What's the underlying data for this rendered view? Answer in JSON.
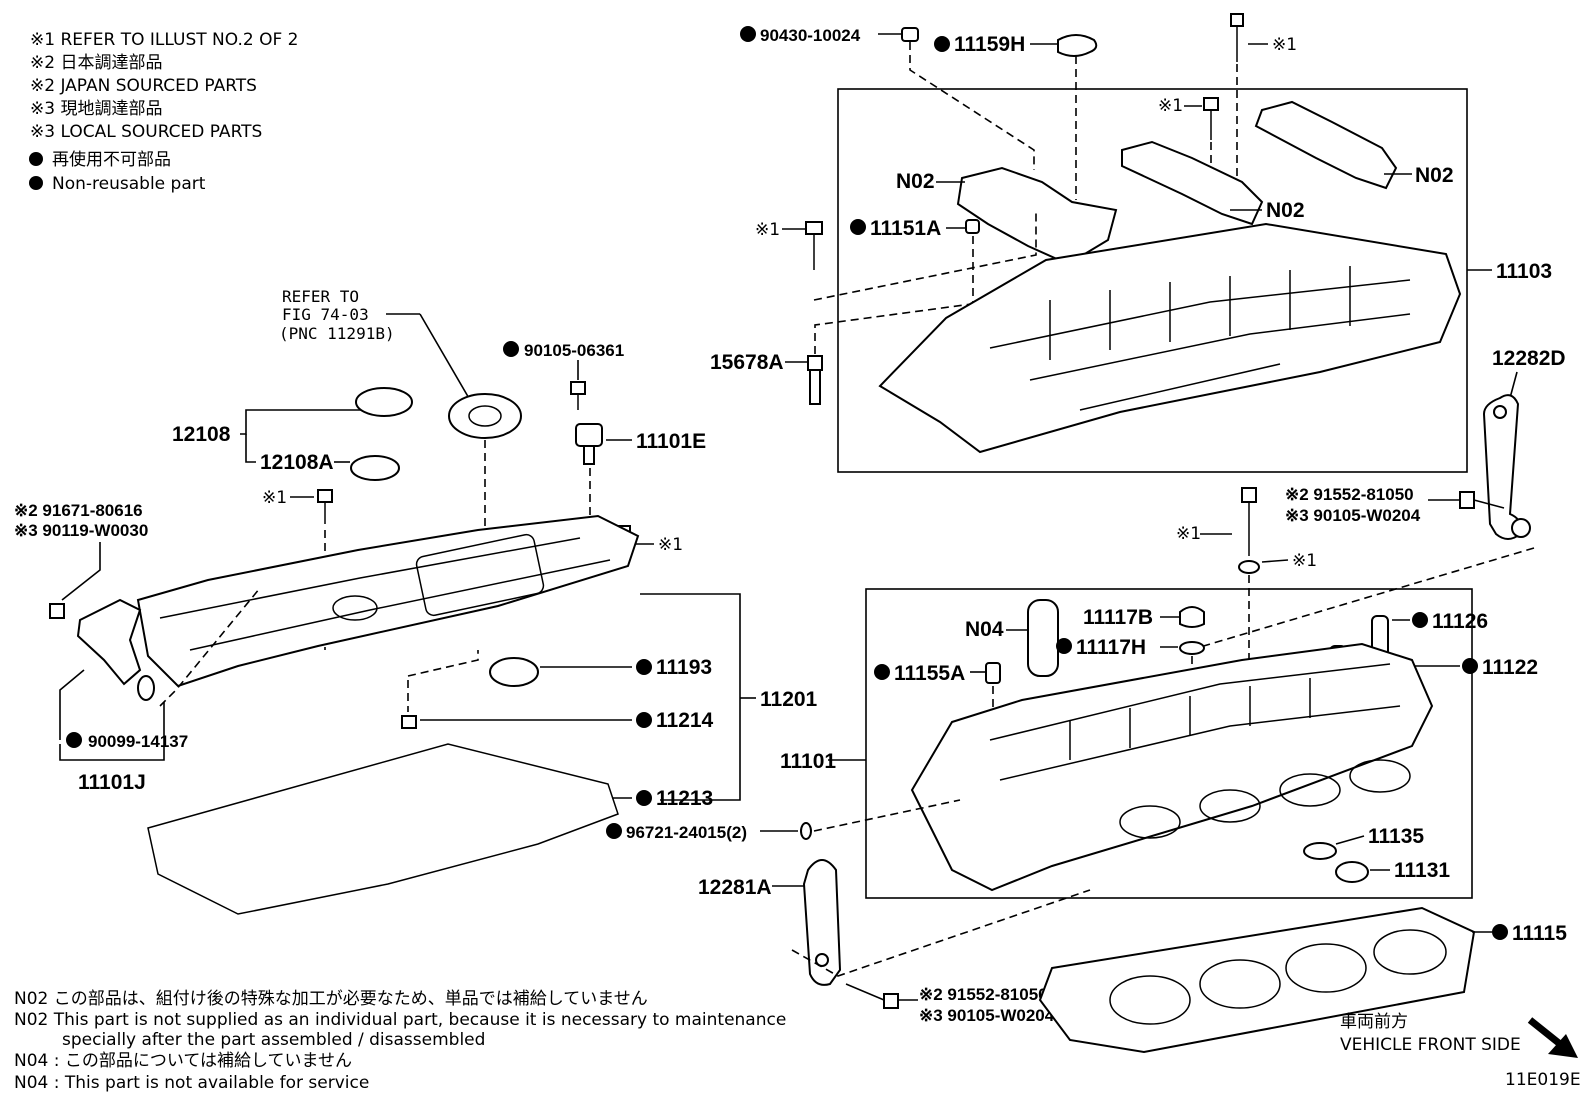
{
  "notes": [
    "※1 REFER TO ILLUST NO.2 OF 2",
    "※2 日本調達部品",
    "※2 JAPAN SOURCED PARTS",
    "※3 現地調達部品",
    "※3 LOCAL SOURCED PARTS",
    "再使用不可部品",
    "Non-reusable part"
  ],
  "refer": [
    "REFER TO",
    "FIG 74-03",
    "(PNC 11291B)"
  ],
  "mark1": "※1",
  "labels": {
    "p90430": "90430-10024",
    "p11159H": "11159H",
    "n02a": "N02",
    "n02b": "N02",
    "n02c": "N02",
    "p11151A": "11151A",
    "p11103": "11103",
    "p15678A": "15678A",
    "p12282D": "12282D",
    "p90105_06361": "90105-06361",
    "p11101E": "11101E",
    "p12108": "12108",
    "p12108A": "12108A",
    "p91671": "※2 91671-80616",
    "p90119": "※3 90119-W0030",
    "p91552_top": "※2 91552-81050",
    "p90105_top": "※3 90105-W0204",
    "n04": "N04",
    "p11117B": "11117B",
    "p11117H": "11117H",
    "p11126": "11126",
    "p11122": "11122",
    "p11155A": "11155A",
    "p11193": "11193",
    "p11201": "11201",
    "p11214": "11214",
    "p11213": "11213",
    "p90099": "90099-14137",
    "p11101J": "11101J",
    "p11101": "11101",
    "p96721": "96721-24015(2)",
    "p11135": "11135",
    "p11131": "11131",
    "p12281A": "12281A",
    "p11115": "11115",
    "p91552_bot": "※2 91552-81050",
    "p90105_bot": "※3 90105-W0204"
  },
  "footnotes": [
    "N02 この部品は、組付け後の特殊な加工が必要なため、単品では補給していません",
    "N02 This part is not supplied as an individual part, because it is necessary to maintenance",
    "specially after the part assembled / disassembled",
    "N04 : この部品については補給していません",
    "N04 : This part is not available for service"
  ],
  "front": [
    "車両前方",
    "VEHICLE FRONT SIDE"
  ],
  "figure_id": "11E019E"
}
